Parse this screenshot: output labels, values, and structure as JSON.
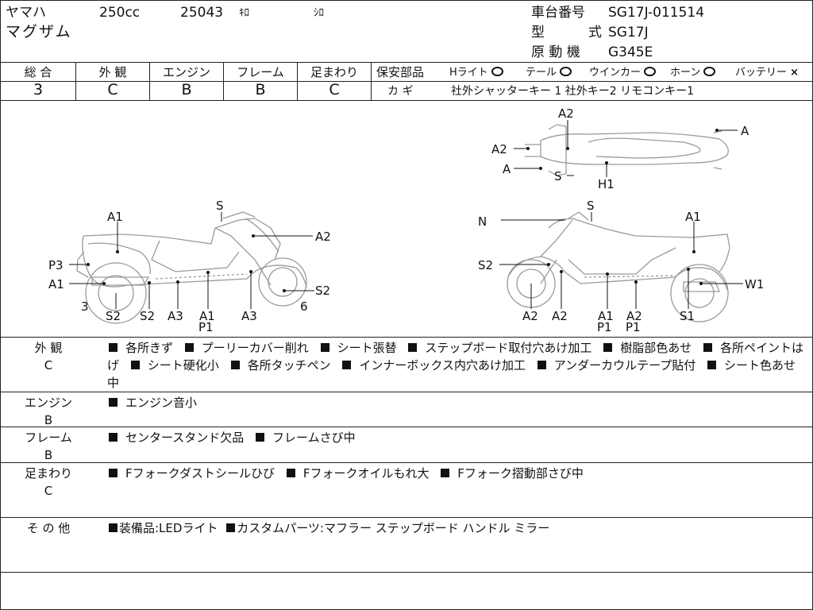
{
  "header": {
    "maker": "ヤマハ",
    "cc": "250cc",
    "mileage": "25043",
    "mileage_unit": "ｷﾛ",
    "color": "ｼﾛ",
    "model_name": "マグザム",
    "frame_no_label": "車台番号",
    "frame_no": "SG17J-011514",
    "type_label_1": "型",
    "type_label_2": "式",
    "type_value": "SG17J",
    "engine_label": "原 動 機",
    "engine_value": "G345E"
  },
  "grades": [
    {
      "label": "総 合",
      "value": "3"
    },
    {
      "label": "外 観",
      "value": "C"
    },
    {
      "label": "エンジン",
      "value": "B"
    },
    {
      "label": "フレーム",
      "value": "B"
    },
    {
      "label": "足まわり",
      "value": "C"
    }
  ],
  "safety": {
    "label": "保安部品",
    "items": [
      {
        "name": "Hライト",
        "mark": "circle"
      },
      {
        "name": "テール",
        "mark": "circle"
      },
      {
        "name": "ウインカー",
        "mark": "circle"
      },
      {
        "name": "ホーン",
        "mark": "circle"
      },
      {
        "name": "バッテリー",
        "mark": "×"
      }
    ],
    "key_label": "カ  ギ",
    "key_text": "社外シャッターキー 1  社外キー2  リモコンキー1"
  },
  "diagram": {
    "left_labels": [
      "S",
      "A1",
      "A2",
      "P3",
      "A1",
      "S2",
      "3",
      "S2",
      "S2",
      "A3",
      "A1",
      "P1",
      "A3",
      "6"
    ],
    "right_labels": [
      "S",
      "N",
      "A1",
      "S2",
      "W1",
      "A2",
      "A2",
      "A1",
      "P1",
      "A2",
      "P1",
      "S1"
    ],
    "top_labels": [
      "A2",
      "A",
      "A2",
      "A",
      "S",
      "H1"
    ]
  },
  "notes": [
    {
      "category": "外  観",
      "grade": "C",
      "items": [
        "各所きず",
        "プーリーカバー削れ",
        "シート張替",
        "ステップボード取付穴あけ加工",
        "樹脂部色あせ",
        "各所ペイントはげ",
        "シート硬化小",
        "各所タッチペン",
        "インナーボックス内穴あけ加工",
        "アンダーカウルテープ貼付",
        "シート色あせ中"
      ]
    },
    {
      "category": "エンジン",
      "grade": "B",
      "items": [
        "エンジン音小"
      ]
    },
    {
      "category": "フレーム",
      "grade": "B",
      "items": [
        "センタースタンド欠品",
        "フレームさび中"
      ]
    },
    {
      "category": "足まわり",
      "grade": "C",
      "items": [
        "Fフォークダストシールひび",
        "Fフォークオイルもれ大",
        "Fフォーク摺動部さび中"
      ]
    },
    {
      "category": "そ の 他",
      "grade": "",
      "items": [
        "装備品:LEDライト",
        "カスタムパーツ:マフラー ステップボード ハンドル ミラー"
      ]
    }
  ]
}
